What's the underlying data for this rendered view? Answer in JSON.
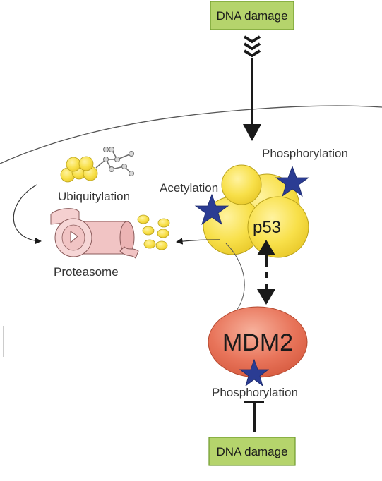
{
  "boxes": {
    "top": "DNA damage",
    "bottom": "DNA damage"
  },
  "labels": {
    "ubiquitylation": "Ubiquitylation",
    "proteasome": "Proteasome",
    "acetylation": "Acetylation",
    "phosphorylation_p53": "Phosphorylation",
    "phosphorylation_mdm2": "Phosphorylation",
    "p53": "p53",
    "mdm2": "MDM2"
  },
  "colors": {
    "box_fill": "#b5d46c",
    "box_stroke": "#6f9a2b",
    "sphere_fill": "#f8e04a",
    "sphere_stroke": "#b9a21c",
    "star": "#2b3c93",
    "mdm2_fill": "#e8745a",
    "proteasome": "#f1c4c4"
  },
  "icons": [
    "star-icon",
    "ubiquitin-chain-icon",
    "proteasome-icon",
    "peptide-fragment-icon"
  ]
}
